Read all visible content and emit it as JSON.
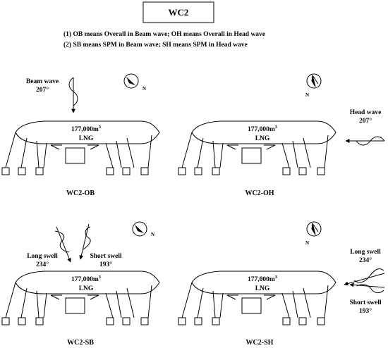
{
  "title": "WC2",
  "notes": [
    "(1) OB means Overall in Beam wave;   OH means Overall in Head wave",
    "(2) SB means SPM in Beam wave; SH means SPM in Head wave"
  ],
  "vessel": {
    "capacity_base": "177,000m",
    "capacity_sup": "3",
    "cargo": "LNG"
  },
  "panels": [
    {
      "id": "ob",
      "label": "WC2-OB",
      "waves": [
        {
          "name": "Beam wave",
          "direction": "207°"
        }
      ],
      "compass_label": "N"
    },
    {
      "id": "oh",
      "label": "WC2-OH",
      "waves": [
        {
          "name": "Head wave",
          "direction": "207°"
        }
      ],
      "compass_label": "N"
    },
    {
      "id": "sb",
      "label": "WC2-SB",
      "waves": [
        {
          "name": "Long swell",
          "direction": "234°"
        },
        {
          "name": "Short swell",
          "direction": "193°"
        }
      ],
      "compass_label": "N"
    },
    {
      "id": "sh",
      "label": "WC2-SH",
      "waves": [
        {
          "name": "Long swell",
          "direction": "234°"
        },
        {
          "name": "Short swell",
          "direction": "193°"
        }
      ],
      "compass_label": "N"
    }
  ]
}
